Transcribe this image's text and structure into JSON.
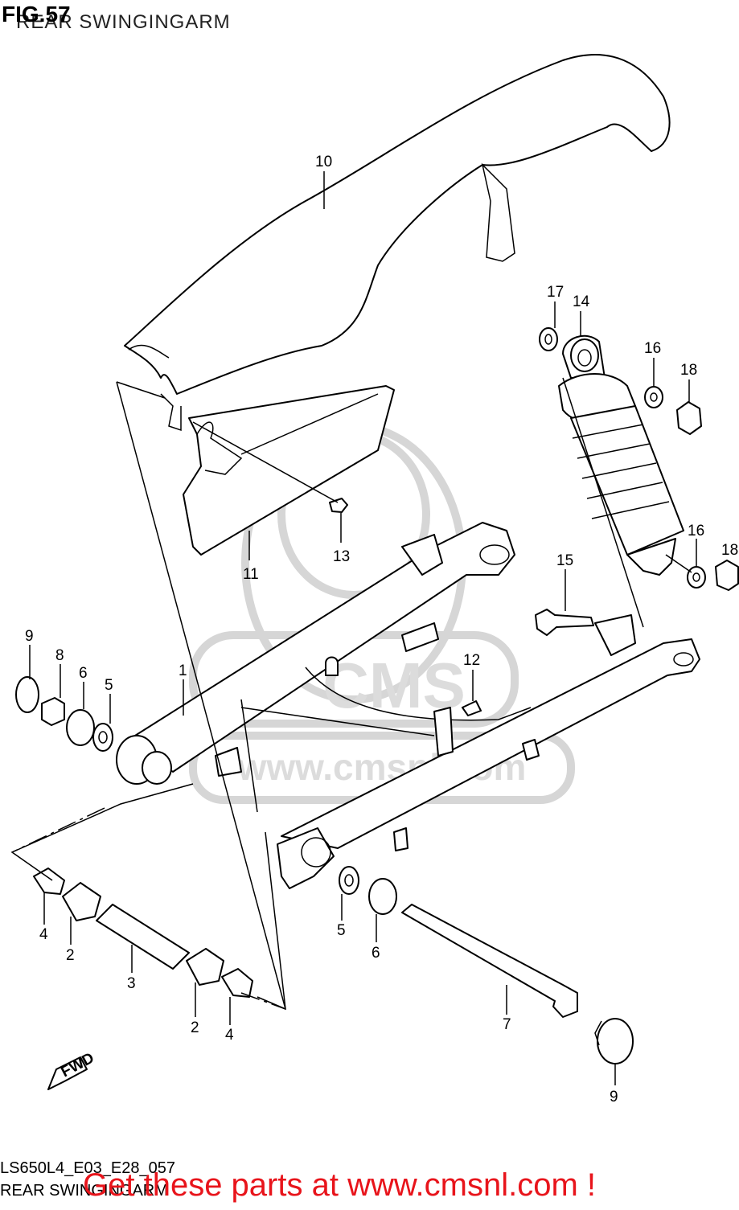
{
  "figure": {
    "title": "FIG.57",
    "subtitle": "REAR SWINGINGARM"
  },
  "footer": {
    "code": "LS650L4_E03_E28_057",
    "caption": "REAR SWINGINGARM",
    "promo": "Get these parts at www.cmsnl.com !"
  },
  "watermark": {
    "logo_text": "CMS",
    "url_text": "www.cmsnl.com"
  },
  "direction_marker": "FWD",
  "callouts": {
    "c1": "1",
    "c2a": "2",
    "c2b": "2",
    "c3": "3",
    "c4a": "4",
    "c4b": "4",
    "c5a": "5",
    "c5b": "5",
    "c6a": "6",
    "c6b": "6",
    "c7": "7",
    "c8": "8",
    "c9a": "9",
    "c9b": "9",
    "c10": "10",
    "c11": "11",
    "c12": "12",
    "c13": "13",
    "c14": "14",
    "c15": "15",
    "c16a": "16",
    "c16b": "16",
    "c17": "17",
    "c18a": "18",
    "c18b": "18"
  }
}
